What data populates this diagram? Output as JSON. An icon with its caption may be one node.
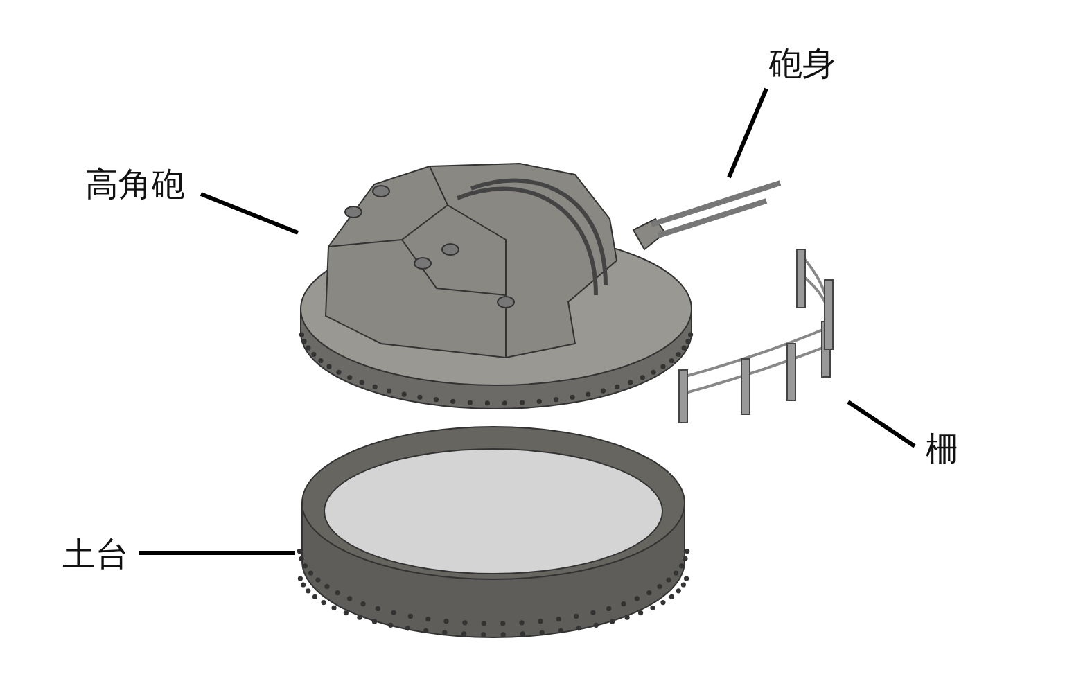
{
  "diagram": {
    "nodes": [
      {
        "text": [
          "高角砲"
        ]
      },
      {
        "text": [],
        "shape": "picture"
      },
      {
        "text": [
          "砲身"
        ]
      },
      {
        "text": [],
        "shape": "picture"
      },
      {
        "text": [
          "柵"
        ]
      },
      {
        "text": [],
        "shape": "picture"
      },
      {
        "text": [
          "土台"
        ]
      },
      {
        "text": [],
        "shape": "picture"
      }
    ],
    "edges": [
      {
        "from": 0,
        "to": 1,
        "arrow": "none"
      },
      {
        "from": 2,
        "to": 3,
        "arrow": "none"
      },
      {
        "from": 4,
        "to": 5,
        "arrow": "none"
      },
      {
        "from": 6,
        "to": 7,
        "arrow": "none"
      }
    ]
  }
}
